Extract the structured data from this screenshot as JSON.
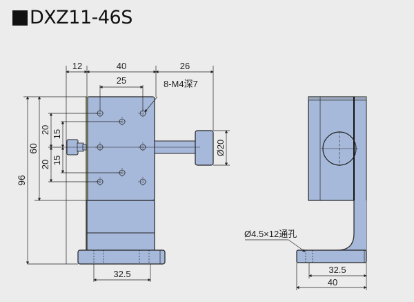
{
  "title": {
    "text": "DXZ11-46S",
    "marker": "black-square-icon"
  },
  "colors": {
    "background": "#ececec",
    "part_fill": "#a7b9da",
    "part_dark": "#7f8ea8",
    "line": "#222222",
    "side_shadow": "#6f7160"
  },
  "front_view": {
    "dims": {
      "left_offset": "12",
      "width": "40",
      "right_extension": "26",
      "hole_spacing_x": "25",
      "hole_spec": "8-M4深7",
      "outer_hole_spacing_top": "20",
      "inner_hole_spacing_top": "15",
      "inner_hole_spacing_bottom": "15",
      "outer_hole_spacing_bottom": "20",
      "upper_height": "60",
      "total_height": "96",
      "knob_diameter": "Ø20",
      "base_hole_spacing": "32.5"
    }
  },
  "side_view": {
    "dims": {
      "through_hole_spec": "Ø4.5×12通孔",
      "base_hole_spacing": "32.5",
      "base_width": "40"
    }
  }
}
